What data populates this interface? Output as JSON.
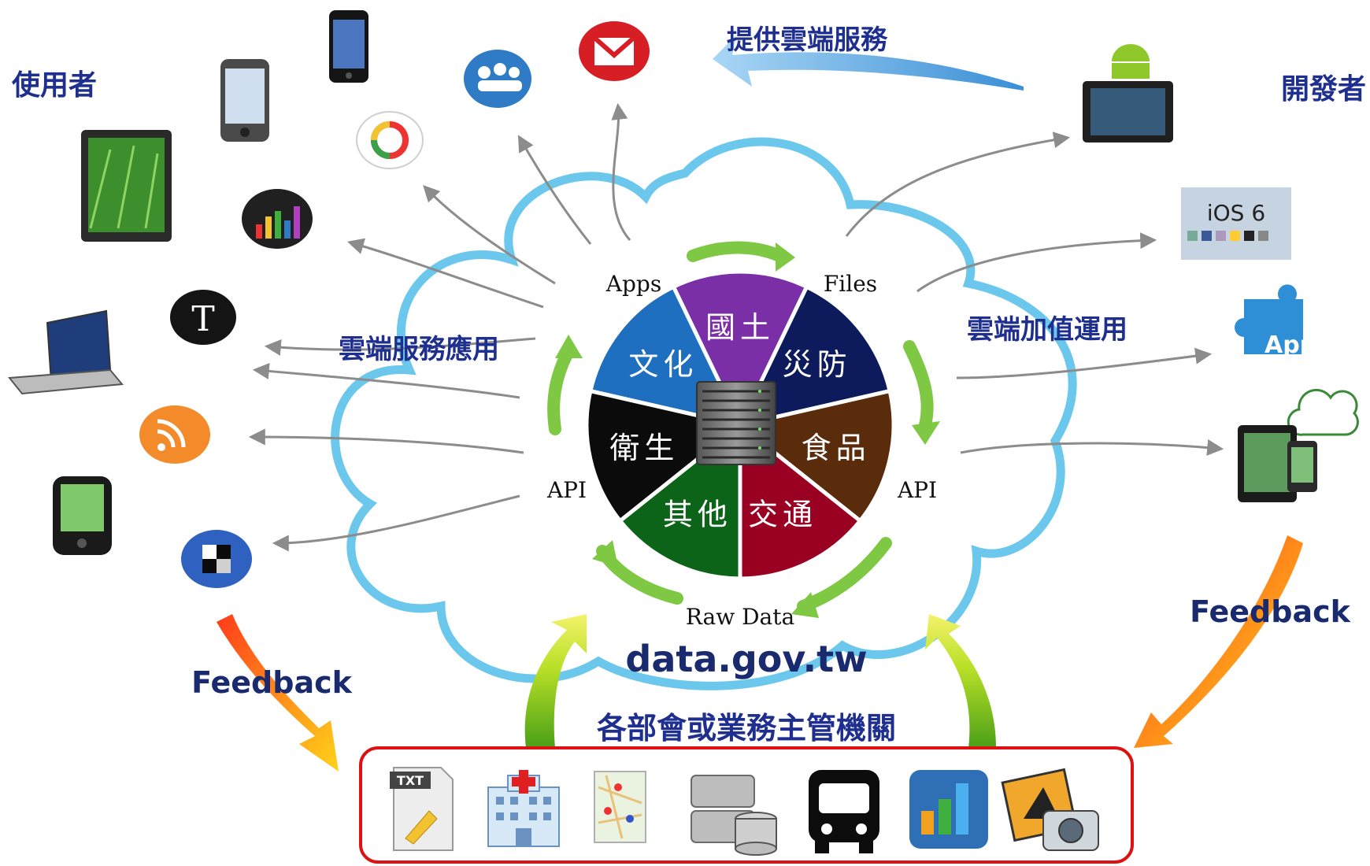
{
  "labels": {
    "users": "使用者",
    "developers": "開發者",
    "provide_cloud_services": "提供雲端服務",
    "cloud_service_apps": "雲端服務應用",
    "cloud_value_added": "雲端加值運用",
    "feedback_left": "Feedback",
    "feedback_right": "Feedback",
    "site": "data.gov.tw",
    "agencies": "各部會或業務主管機關",
    "apps_badge": "Apps",
    "ios_badge": "iOS 6",
    "txt_badge": "TXT"
  },
  "ring": {
    "apps": "Apps",
    "files": "Files",
    "api_left": "API",
    "api_right": "API",
    "raw_data": "Raw Data"
  },
  "wedges": [
    {
      "label": "國土",
      "color": "#7b2fa6"
    },
    {
      "label": "災防",
      "color": "#0d1b5c"
    },
    {
      "label": "食品",
      "color": "#5a2c0c"
    },
    {
      "label": "交通",
      "color": "#990022"
    },
    {
      "label": "其他",
      "color": "#0c6418"
    },
    {
      "label": "衛生",
      "color": "#0b0b0b"
    },
    {
      "label": "文化",
      "color": "#1f6fc0"
    }
  ],
  "colors": {
    "cloud_outline": "#6cc7ec",
    "green_arrow": "#7ec843",
    "feedback_arrow": "#f07a18",
    "frame": "#dd1111"
  }
}
